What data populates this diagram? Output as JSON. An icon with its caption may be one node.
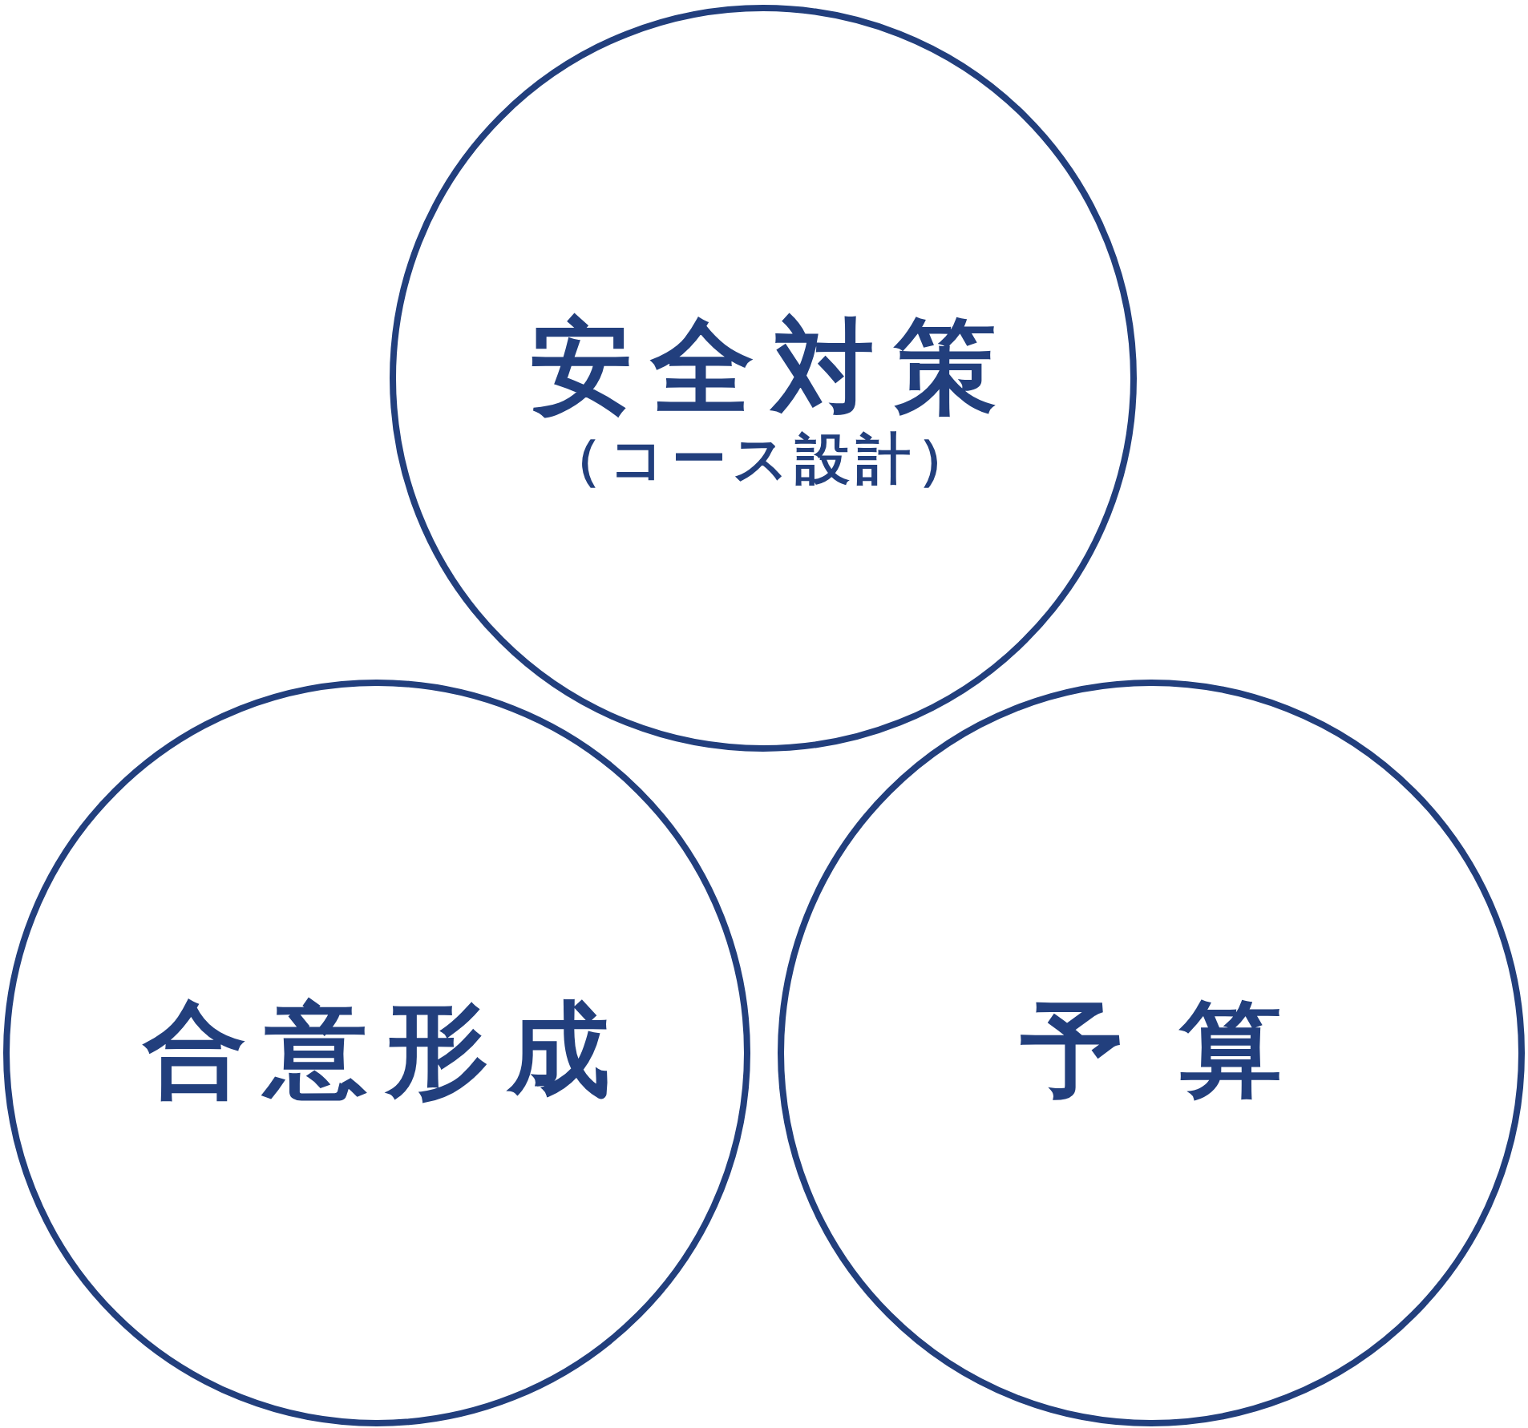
{
  "diagram": {
    "nodes": [
      {
        "text": [
          "安全対策",
          "（コース設計）"
        ]
      },
      {
        "text": [
          "合意形成"
        ]
      },
      {
        "text": [
          "予算"
        ]
      }
    ]
  }
}
